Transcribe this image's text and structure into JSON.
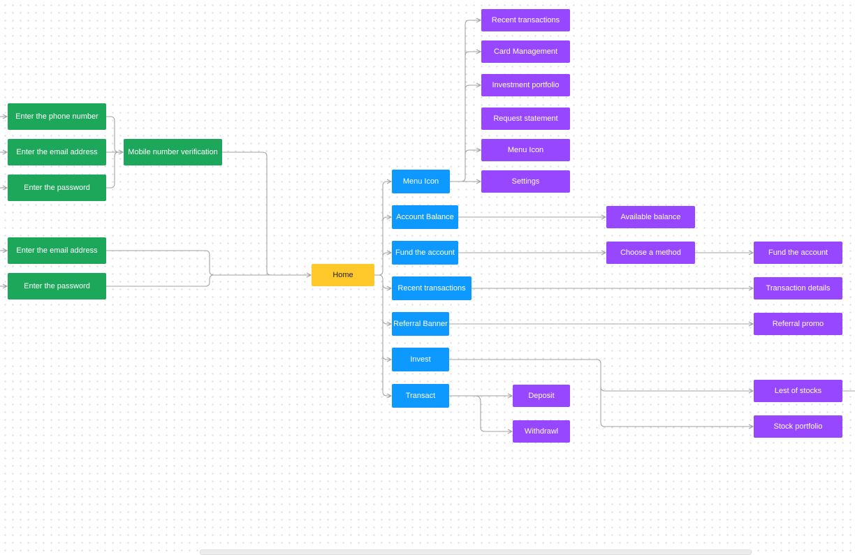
{
  "colors": {
    "green": "#1ca75b",
    "blue": "#0d99ff",
    "purple": "#9747ff",
    "yellow": "#ffc92b",
    "connector": "#a3a3a3"
  },
  "nodes": {
    "enter_phone_1": "Enter the phone number",
    "enter_email_1": "Enter the email address",
    "enter_password_1": "Enter the password",
    "mobile_verification": "Mobile number verification",
    "enter_email_2": "Enter the email address",
    "enter_password_2": "Enter the password",
    "home": "Home",
    "menu_icon": "Menu Icon",
    "account_balance": "Account Balance",
    "fund_account": "Fund the account",
    "recent_transactions": "Recent transactions",
    "referral_banner": "Referral Banner",
    "invest": "Invest",
    "transact": "Transact",
    "menu_recent_transactions": "Recent transactions",
    "menu_card_management": "Card Management",
    "menu_investment_portfolio": "Investment portfolio",
    "menu_request_statement": "Request statement",
    "menu_menu_icon": "Menu Icon",
    "menu_settings": "Settings",
    "available_balance": "Available balance",
    "choose_method": "Choose a method",
    "fund_account_final": "Fund the account",
    "transaction_details": "Transaction details",
    "referral_promo": "Referral promo",
    "list_of_stocks": "Lest of stocks",
    "stock_portfolio": "Stock portfolio",
    "deposit": "Deposit",
    "withdrawl": "Withdrawl"
  }
}
